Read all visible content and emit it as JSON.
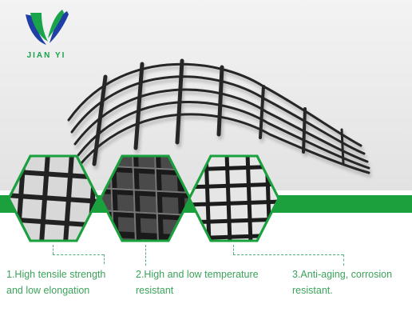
{
  "brand": {
    "name": "JIAN YI",
    "colors": {
      "logo_blue": "#1f3fa6",
      "logo_green": "#19a34b",
      "band": "#1aa13e",
      "caption": "#3ba35a"
    }
  },
  "product_image": {
    "icon": "geogrid-arch-icon"
  },
  "features": [
    {
      "line1": "1.High tensile strength",
      "line2": "and low elongation"
    },
    {
      "line1": "2.High and low temperature",
      "line2": "resistant"
    },
    {
      "line1": "3.Anti-aging, corrosion",
      "line2": "resistant."
    }
  ]
}
